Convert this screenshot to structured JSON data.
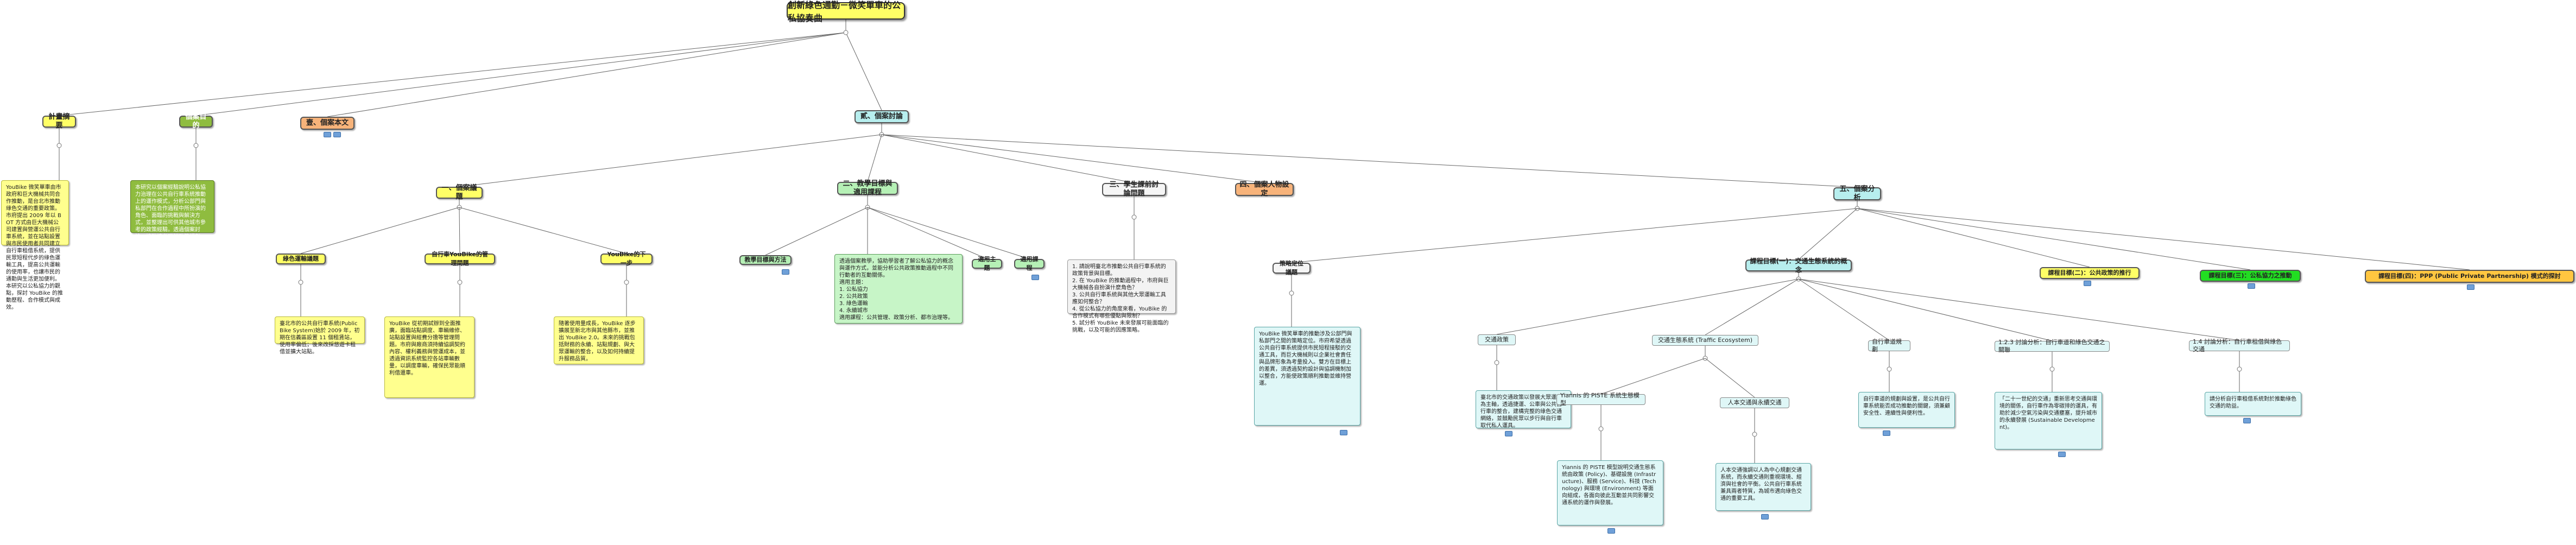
{
  "root": {
    "title": "創新綠色通勤－微笑單車的公私協奏曲"
  },
  "branches": {
    "b1": {
      "label": "計畫摘要",
      "note": "YouBike 微笑單車由市政府和巨大機械共同合作推動，是台北市推動綠色交通的重要政策。市府提出 2009 年以 BOT 方式由巨大機械公司建置與營運公共自行車系統，並在站點設置與市民使用者共同建立自行車租借系統，提供民眾短程代步的綠色運輸工具，提高公共運輸的使用率，也讓市民的通勤與生活更加便利。本研究以公私協力的觀點，探討 YouBike 的推動歷程、合作模式與成效。"
    },
    "b2": {
      "label": "個案目的",
      "note": "本研究以個案經驗說明公私協力治理在公共自行車系統推動上的運作模式，分析公部門與私部門在合作過程中所扮演的角色、面臨的挑戰與解決方式，並整理出可供其他城市參考的政策經驗。透過個案討論，協助讀者理解政策規劃、執行與評估的實務操作。"
    },
    "b3": {
      "label": "壹、個案本文"
    },
    "b4": {
      "label": "貳、個案討論"
    },
    "b4a": {
      "label": "一、個案議題",
      "subs": [
        "綠色運輸議題",
        "自行車YouBike的管理問題",
        "YouBike的下一步"
      ],
      "notes": [
        "臺北市的公共自行車系統(Public Bike System)始於 2009 年，初期在信義區設置 11 個租賃站，使用率偏低；後來改採悠遊卡租借並擴大站點。",
        "YouBike 從初期試辦到全面推廣，面臨站點調度、車輛維修、站點設置與經費分擔等管理問題。市府與廠商須持續協調契約內容、權利義務與營運成本，並透過資訊系統監控各站車輛數量，以調度車輛，確保民眾能順利借還車。",
        "隨著使用量成長，YouBike 逐步擴展至新北市與其他縣市，並推出 YouBike 2.0。未來的挑戰包括財務的永續、站點規劃、與大眾運輸的整合，以及如何持續提升服務品質。"
      ]
    },
    "b4b": {
      "label": "二、教學目標與適用課程",
      "subs": [
        "教學目標與方法",
        "適用主題",
        "適用課程"
      ],
      "note": "透過個案教學，協助學習者了解公私協力的概念與運作方式，並能分析公共政策推動過程中不同行動者的互動關係。\n適用主題：\n1. 公私協力\n2. 公共政策\n3. 綠色運輸\n4. 永續城市\n適用課程：公共管理、政策分析、都市治理等。"
    },
    "b4c": {
      "label": "三、學生課前討論問題",
      "note": "1. 請說明臺北市推動公共自行車系統的政策背景與目標。\n2. 在 YouBike 的推動過程中，市府與巨大機械各自扮演什麼角色？\n3. 公共自行車系統與其他大眾運輸工具應如何整合？\n4. 從公私協力的角度來看，YouBike 的合作模式有哪些優點與限制？\n5. 試分析 YouBike 未來發展可能面臨的挑戰，以及可能的因應策略。"
    },
    "b4d": {
      "label": "四、個案人物設定"
    },
    "b4e": {
      "label": "五、個案分析",
      "subs": [
        {
          "label": "策略定位議題",
          "note": "YouBike 微笑單車的推動涉及公部門與私部門之間的策略定位。市府希望透過公共自行車系統提供市民短程接駁的交通工具，而巨大機械則以企業社會責任與品牌形象為考量投入。雙方在目標上的差異，須透過契約設計與協調機制加以整合，方能使政策順利推動並維持營運。"
        },
        {
          "label": "課程目標(一)：交通生態系統的概念",
          "children": [
            {
              "label": "交通政策",
              "note": "臺北市的交通政策以發展大眾運輸為主軸，透過捷運、公車與公共自行車的整合，建構完整的綠色交通網絡，並鼓勵民眾以步行與自行車取代私人運具。"
            },
            {
              "label": "交通生態系統 (Traffic Ecosystem)",
              "children": [
                {
                  "label": "Yiannis 的 PISTE 系統生態模型",
                  "note": "Yiannis 的 PISTE 模型說明交通生態系統由政策 (Policy)、基礎設施 (Infrastructure)、服務 (Service)、科技 (Technology) 與環境 (Environment) 等面向組成，各面向彼此互動並共同影響交通系統的運作與發展。"
                },
                {
                  "label": "人本交通與永續交通",
                  "note": "人本交通強調以人為中心規劃交通系統，而永續交通則重視環境、經濟與社會的平衡。公共自行車系統兼具兩者特質，為城市邁向綠色交通的重要工具。"
                }
              ]
            },
            {
              "label": "自行車道規劃",
              "note": "自行車道的規劃與設置，是公共自行車系統能否成功推動的關鍵，須兼顧安全性、連續性與便利性。"
            },
            {
              "label": "1.2.3 討論分析：自行車道和綠色交通之關聯",
              "note": "「二十一世紀的交通」重新思考交通與環境的關係，自行車作為零碳排的運具，有助於減少空氣污染與交通壅塞，提升城市的永續發展 (Sustainable Development)。"
            },
            {
              "label": "1.4 討論分析：自行車租借與綠色交通",
              "note": "請分析自行車租借系統對於推動綠色交通的助益。"
            }
          ]
        },
        {
          "label": "課程目標(二)：公共政策的推行"
        },
        {
          "label": "課程目標(三)：公私協力之推動"
        },
        {
          "label": "課程目標(四)：PPP (Public Private Partnership) 模式的探討"
        }
      ]
    }
  }
}
